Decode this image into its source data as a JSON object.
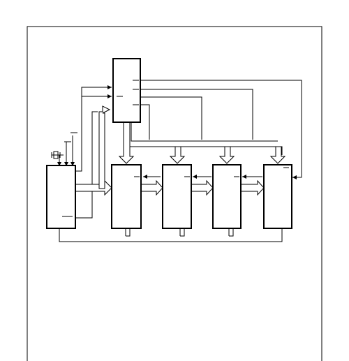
{
  "diagram": {
    "type": "block-diagram",
    "text_labels": [],
    "nodes": [
      {
        "id": "control-block",
        "kind": "block"
      },
      {
        "id": "source-block",
        "kind": "block"
      },
      {
        "id": "stage-block-1",
        "kind": "block"
      },
      {
        "id": "stage-block-2",
        "kind": "block"
      },
      {
        "id": "stage-block-3",
        "kind": "block"
      },
      {
        "id": "stage-block-4",
        "kind": "block"
      },
      {
        "id": "oscillator-symbol",
        "kind": "component"
      }
    ],
    "connections": [
      {
        "from": "source-block",
        "to": "stage-block-1",
        "style": "bus"
      },
      {
        "from": "stage-block-1",
        "to": "stage-block-2",
        "style": "bus"
      },
      {
        "from": "stage-block-2",
        "to": "stage-block-3",
        "style": "bus"
      },
      {
        "from": "stage-block-3",
        "to": "stage-block-4",
        "style": "bus"
      },
      {
        "from": "source-block",
        "to": "control-block",
        "style": "bus"
      },
      {
        "from": "control-block",
        "to": "stage-block-1",
        "style": "bus"
      },
      {
        "from": "control-block",
        "to": "stage-block-2",
        "style": "bus"
      },
      {
        "from": "control-block",
        "to": "stage-block-3",
        "style": "bus"
      },
      {
        "from": "control-block",
        "to": "stage-block-4",
        "style": "bus"
      },
      {
        "from": "control-block",
        "to": "stage-block-4",
        "style": "line"
      },
      {
        "from": "stage-block-2",
        "to": "stage-block-1",
        "style": "line"
      },
      {
        "from": "stage-block-3",
        "to": "stage-block-2",
        "style": "line"
      },
      {
        "from": "stage-block-4",
        "to": "stage-block-3",
        "style": "line"
      },
      {
        "from": "oscillator-symbol",
        "to": "source-block",
        "style": "line"
      }
    ]
  }
}
